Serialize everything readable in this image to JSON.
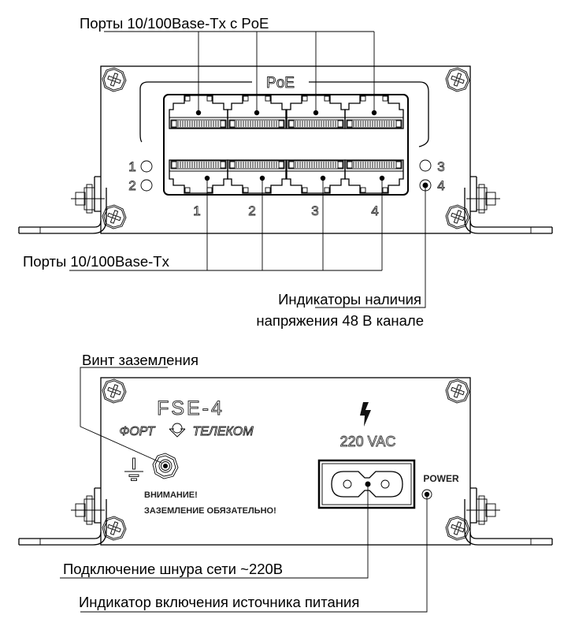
{
  "front_view": {
    "poe_ports_label": "Порты 10/100Base-Tx с PoE",
    "poe_group_label": "PoE",
    "ports_label": "Порты 10/100Base-Tx",
    "port_numbers": [
      "1",
      "2",
      "3",
      "4"
    ],
    "led_numbers_left": [
      "1",
      "2"
    ],
    "led_numbers_right": [
      "3",
      "4"
    ],
    "indicator_label_line1": "Индикаторы наличия",
    "indicator_label_line2": "напряжения 48 В канале"
  },
  "rear_view": {
    "ground_screw_label": "Винт заземления",
    "model": "FSE-4",
    "brand": "ФОРТ",
    "brand_suffix": "ТЕЛЕКОМ",
    "voltage_label": "220 VAC",
    "warning_line1": "ВНИМАНИЕ!",
    "warning_line2": "ЗАЗЕМЛЕНИЕ ОБЯЗАТЕЛЬНО!",
    "power_label": "POWER",
    "power_cord_label": "Подключение шнура сети ~220В",
    "power_indicator_label": "Индикатор включения источника питания"
  },
  "icons": {
    "screw": "phillips-screw-icon",
    "ground": "ground-symbol-icon",
    "lightning": "high-voltage-icon",
    "logo": "fort-telecom-logo-icon"
  }
}
